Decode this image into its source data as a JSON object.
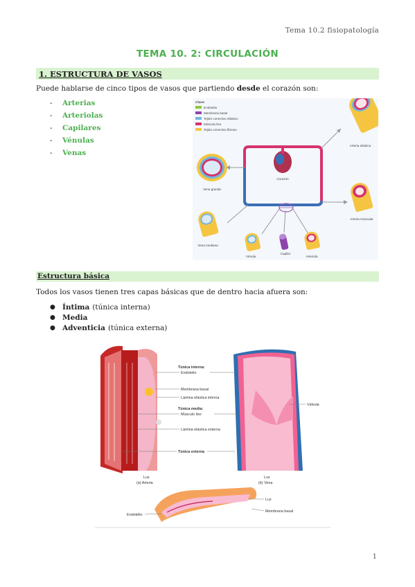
{
  "header": {
    "right_text": "Tema 10.2 fisiopatología"
  },
  "title": "TEMA 10. 2: CIRCULACIÓN",
  "section1": {
    "heading": "1. ESTRUCTURA DE VASOS",
    "intro_pre": "Puede hablarse de cinco tipos de vasos que partiendo",
    "intro_bold": "desde",
    "intro_post": "el corazón son:",
    "vessel_types": [
      "Arterias",
      "Arteriolas",
      "Capilares",
      "Vénulas",
      "Venas"
    ]
  },
  "figure1": {
    "legend_title": "Clave:",
    "legend": [
      {
        "label": "Endotelio",
        "color": "#8dc63f"
      },
      {
        "label": "Membrana basal",
        "color": "#8e44ad"
      },
      {
        "label": "Tejido conectivo elástico",
        "color": "#6fb7e0"
      },
      {
        "label": "Músculo liso",
        "color": "#d6336c"
      },
      {
        "label": "Tejido conectivo fibroso",
        "color": "#f5c542"
      }
    ],
    "labels": {
      "arteria_elastica": "Arteria elástica",
      "corazon": "Corazón",
      "vena_grande": "Vena grande",
      "arteria_muscular": "Arteria muscular",
      "vena_mediana": "Vena mediana",
      "venula": "Vénula",
      "capilar": "Capilar",
      "arteriola": "Arteriola"
    }
  },
  "section2": {
    "heading": "Estructura básica",
    "intro": "Todos los vasos tienen tres capas básicas que de dentro hacia afuera son:",
    "layers": [
      {
        "bold": "Íntima",
        "rest": "(túnica interna)"
      },
      {
        "bold": "Media",
        "rest": ""
      },
      {
        "bold": "Adventicia",
        "rest": "(túnica externa)"
      }
    ]
  },
  "figure2": {
    "labels": {
      "tunica_interna": "Túnica interna:",
      "endotelio": "Endotelio",
      "membrana_basal": "Membrana basal",
      "lamina_int": "Lámina elástica interna",
      "tunica_media": "Túnica media:",
      "musculo_liso": "Músculo liso",
      "lamina_ext": "Lámina elástica externa",
      "tunica_externa": "Túnica externa",
      "valvula": "Válvula",
      "luz_a": "Luz",
      "arteria": "(a) Arteria",
      "luz_b": "Luz",
      "vena": "(b) Vena",
      "luz_c": "Luz",
      "endotelio_c": "Endotelio",
      "membrana_basal_c": "Membrana basal"
    }
  },
  "page_number": "1"
}
